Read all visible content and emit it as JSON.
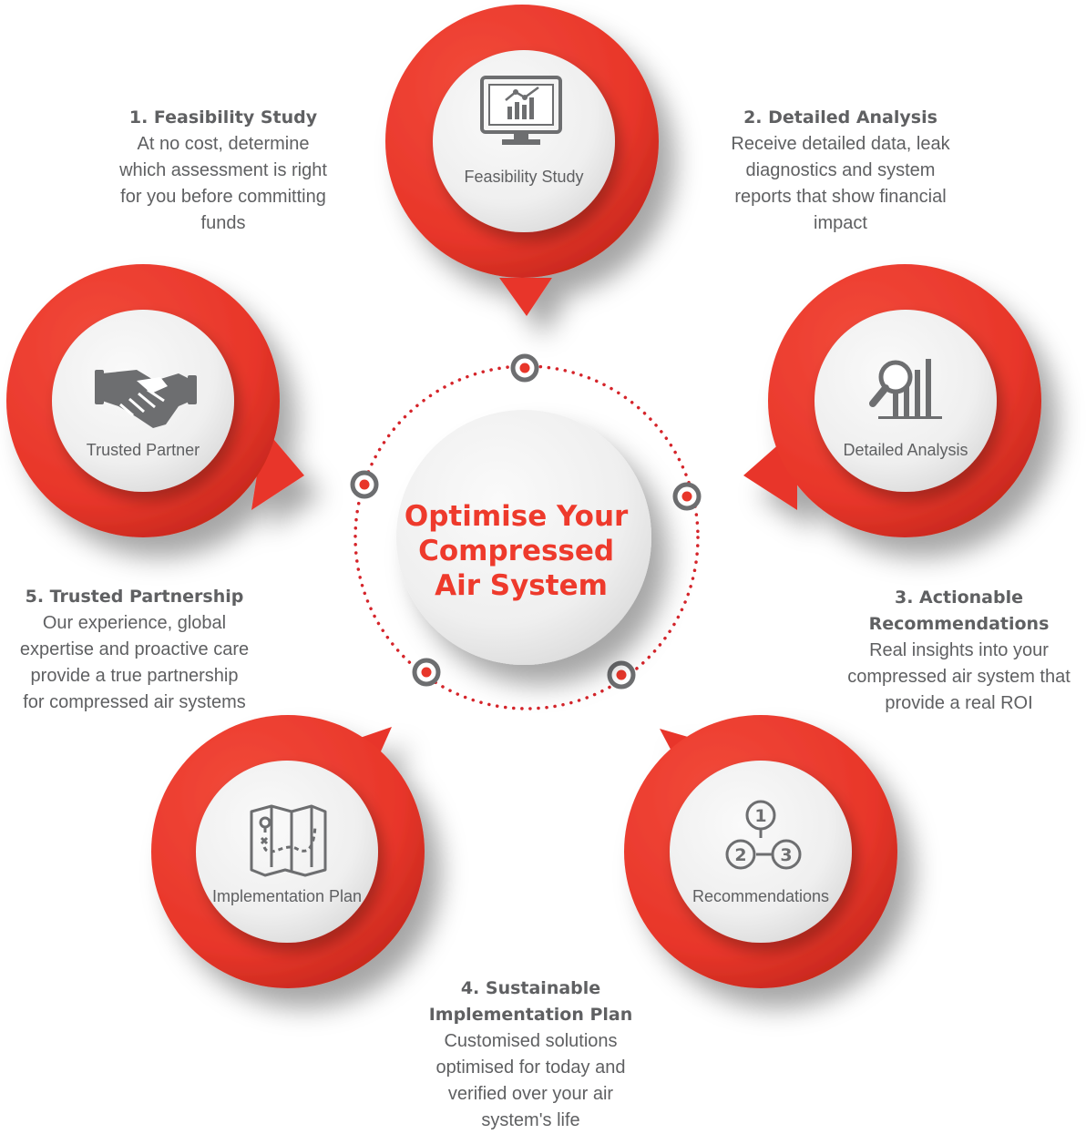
{
  "title": "Optimise Your Compressed Air System",
  "title_lines": [
    "Optimise Your",
    "Compressed",
    "Air System"
  ],
  "colors": {
    "brand_red": "#ee3a2c",
    "dark_red": "#c2261b",
    "text_gray": "#5f6062",
    "icon_gray": "#6d6e70",
    "disc_light": "#f3f3f3",
    "ring_gray": "#6d6e70"
  },
  "nodes": [
    {
      "label": "Feasibility Study",
      "icon": "monitor-chart-icon"
    },
    {
      "label": "Detailed Analysis",
      "icon": "magnifier-bars-icon"
    },
    {
      "label": "Recommendations",
      "icon": "numbered-circles-icon",
      "icon_numbers": [
        "1",
        "2",
        "3"
      ]
    },
    {
      "label": "Implementation Plan",
      "icon": "map-icon"
    },
    {
      "label": "Trusted Partner",
      "icon": "handshake-icon"
    }
  ],
  "steps": [
    {
      "heading": "1. Feasibility Study",
      "lines": [
        "At no cost, determine",
        "which assessment is right",
        "for you before committing",
        "funds"
      ]
    },
    {
      "heading": "2. Detailed Analysis",
      "lines": [
        "Receive detailed data, leak",
        "diagnostics and system",
        "reports that show financial",
        "impact"
      ]
    },
    {
      "heading": "3. Actionable Recommendations",
      "heading_lines": [
        "3. Actionable",
        "Recommendations"
      ],
      "lines": [
        "Real insights into your",
        "compressed air system that",
        "provide a real ROI"
      ]
    },
    {
      "heading": "4. Sustainable Implementation Plan",
      "heading_lines": [
        "4. Sustainable",
        "Implementation Plan"
      ],
      "lines": [
        "Customised solutions",
        "optimised for today and",
        "verified over your air",
        "system's life"
      ]
    },
    {
      "heading": "5. Trusted Partnership",
      "lines": [
        "Our experience, global",
        "expertise and proactive care",
        "provide a true partnership",
        "for compressed air systems"
      ]
    }
  ]
}
